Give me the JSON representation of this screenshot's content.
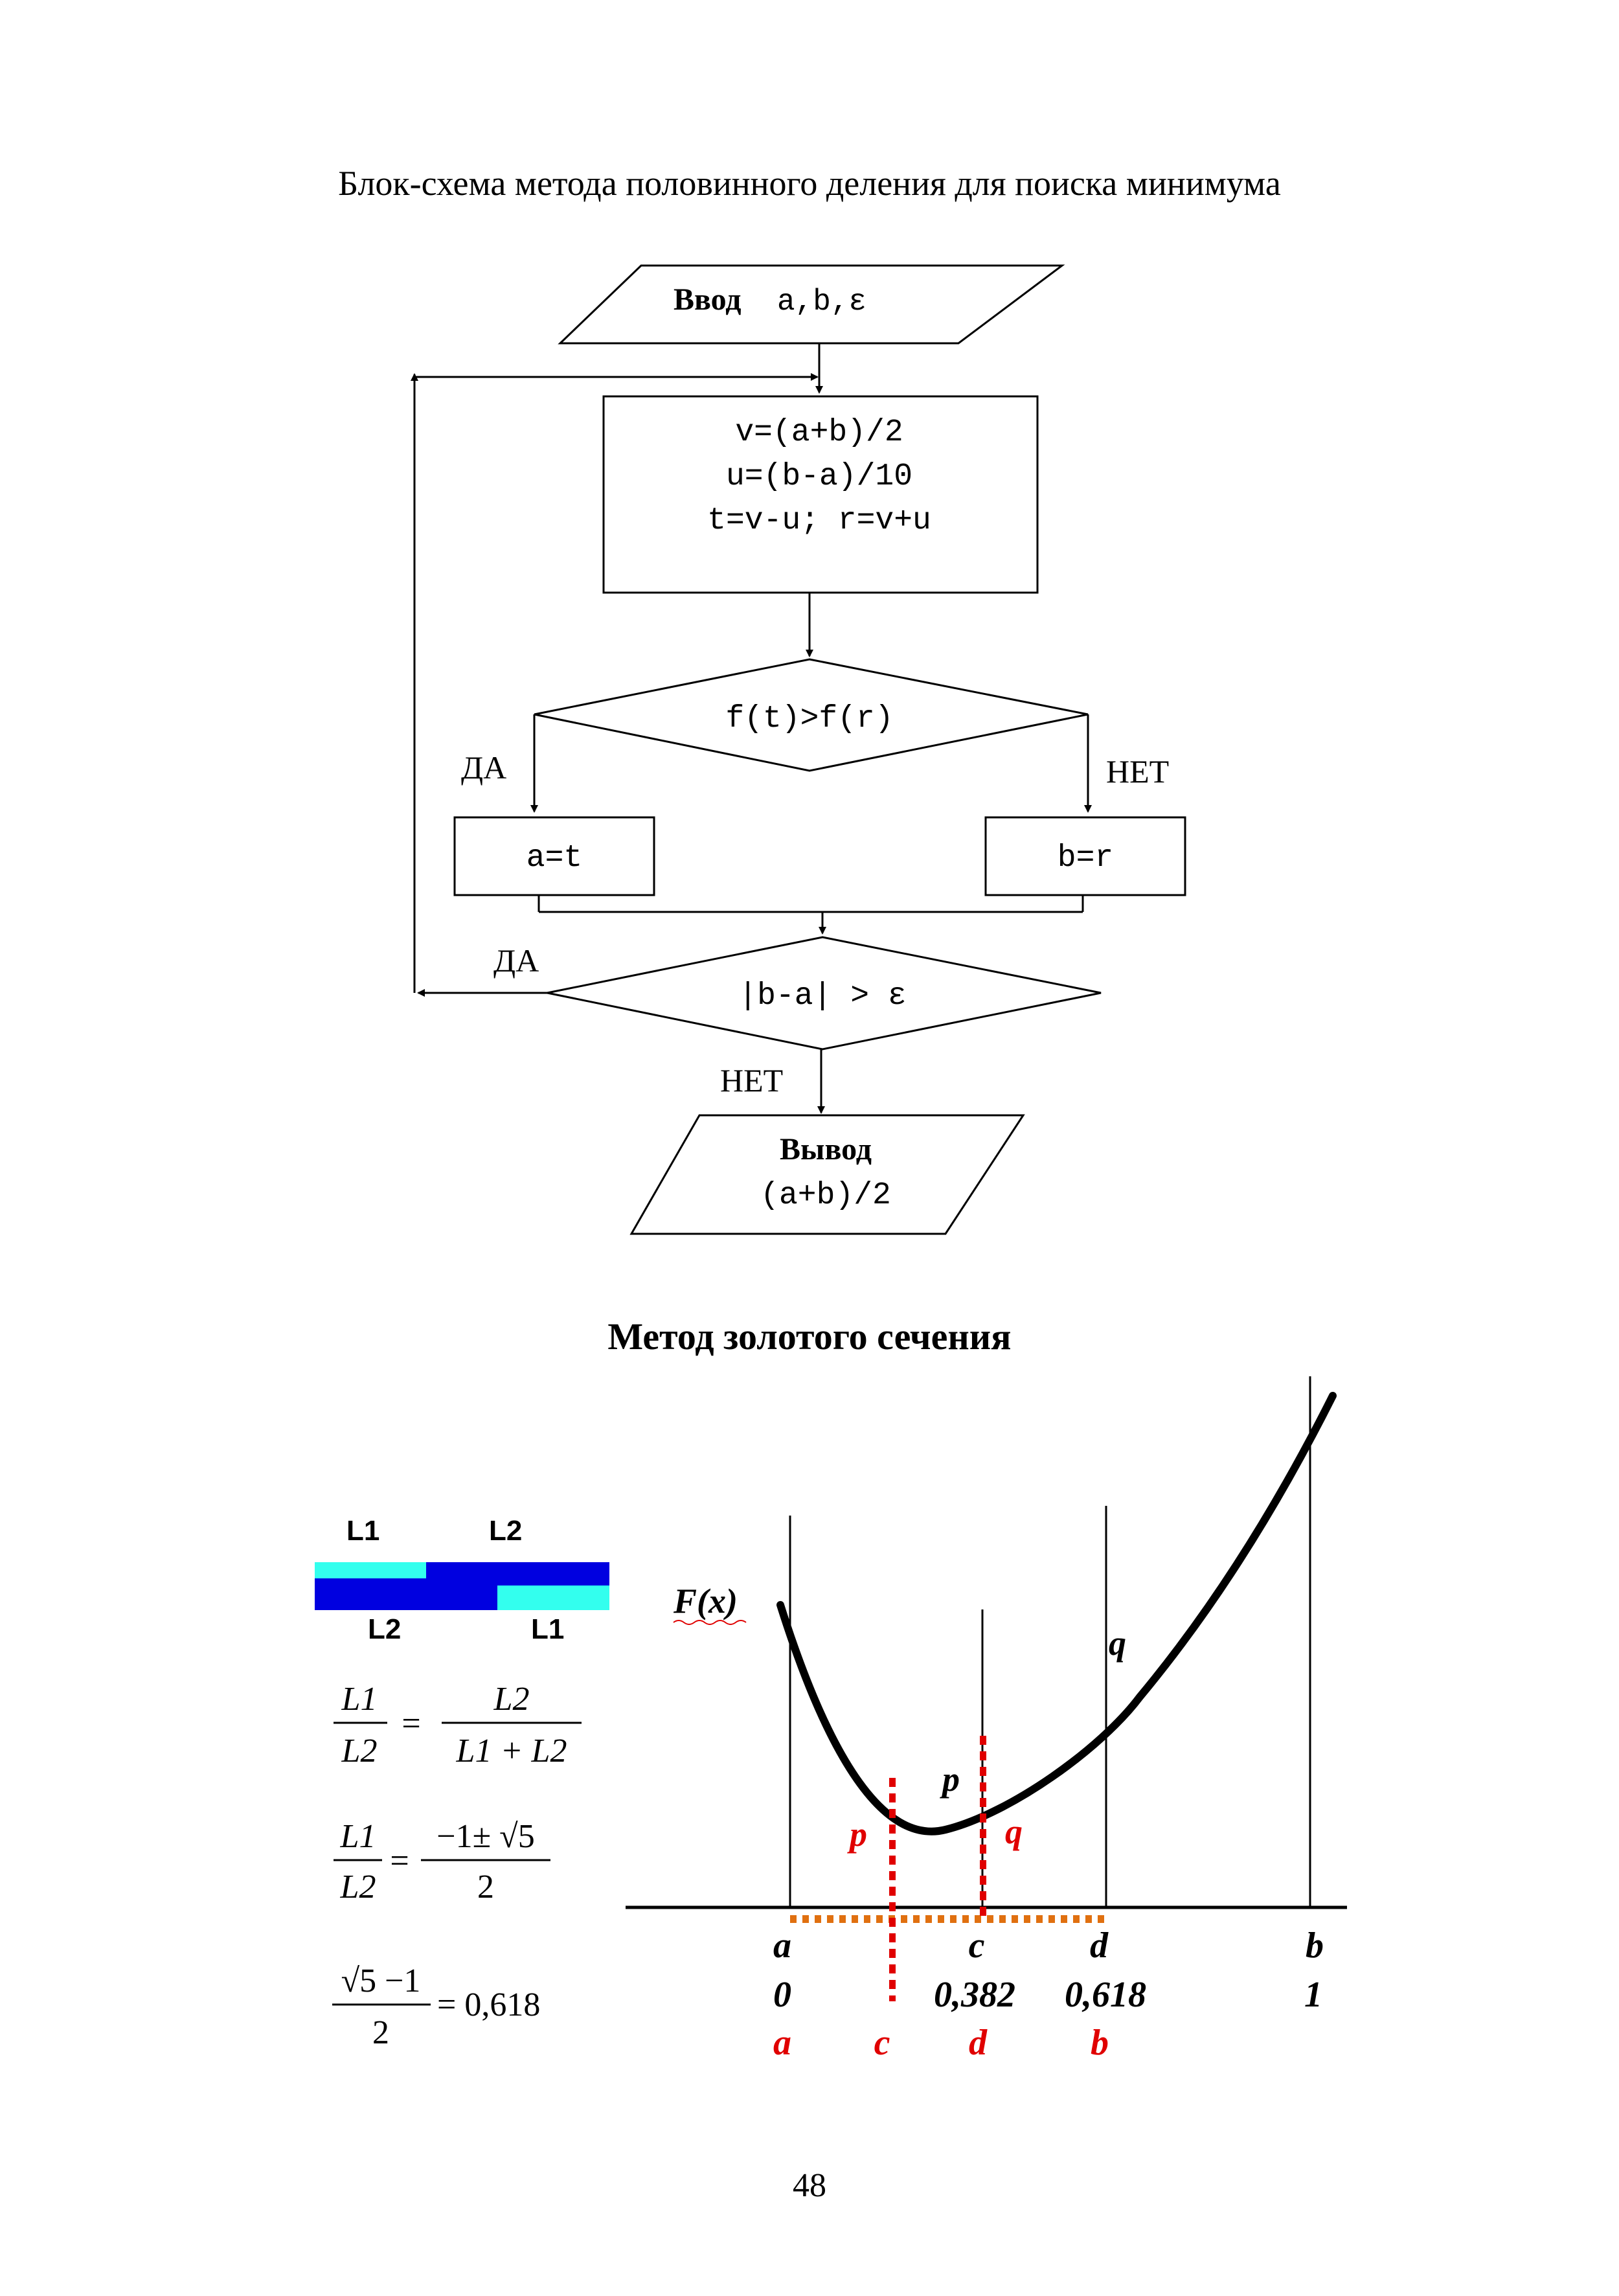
{
  "page": {
    "title_flowchart": "Блок-схема метода половинного деления для поиска минимума",
    "title_golden": "Метод золотого сечения",
    "page_number": "48"
  },
  "flowchart": {
    "input_block": {
      "label": "Ввод",
      "vars": "a,b,ε"
    },
    "compute_block": {
      "line1": "v=(a+b)/2",
      "line2": "u=(b-a)/10",
      "line3": "t=v-u;  r=v+u"
    },
    "condition1": "f(t)>f(r)",
    "yes_label": "ДА",
    "no_label": "НЕТ",
    "assign_a": "a=t",
    "assign_b": "b=r",
    "condition2": "|b-a| > ε",
    "loop_yes_label": "ДА",
    "exit_no_label": "НЕТ",
    "output_block": {
      "label": "Вывод",
      "expr": "(a+b)/2"
    }
  },
  "segments": {
    "top_left": "L1",
    "top_right": "L2",
    "bottom_left": "L2",
    "bottom_right": "L1",
    "colors": {
      "dark": "#0000e0",
      "light": "#33ffee"
    }
  },
  "formulas": {
    "f1_num_left": "L1",
    "f1_den_left": "L2",
    "f1_eq": "=",
    "f1_num_right": "L2",
    "f1_den_right": "L1 + L2",
    "f2_num_left": "L1",
    "f2_den_left": "L2",
    "f2_eq": "=",
    "f2_num_right": "−1± √5",
    "f2_den_right": "2",
    "f3_num": "√5 −1",
    "f3_den": "2",
    "f3_result": "= 0,618"
  },
  "graph": {
    "function_label": "F(x)",
    "curve_label_q_black": "q",
    "curve_label_p_black": "p",
    "red_p": "p",
    "red_q": "q",
    "axis_letters": [
      "a",
      "c",
      "d",
      "b"
    ],
    "axis_values": [
      "0",
      "0,382",
      "0,618",
      "1"
    ],
    "red_letters": [
      "a",
      "c",
      "d",
      "b"
    ],
    "colors": {
      "red": "#e00000",
      "orange_dots": "#e07010"
    }
  }
}
